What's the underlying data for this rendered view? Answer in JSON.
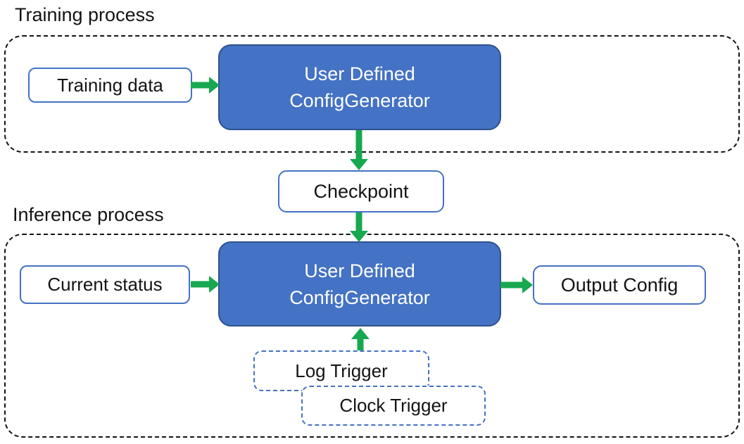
{
  "palette": {
    "box_blue_fill": "#4472C4",
    "box_blue_border": "#2F528F",
    "light_box_border": "#4472C4",
    "arrow_green": "#18A850",
    "container_border": "#141414",
    "text_dark": "#141414",
    "text_light": "#FFFFFF",
    "bg": "#FFFFFF"
  },
  "training": {
    "label": "Training process",
    "input_box": "Training data",
    "generator_line1": "User Defined",
    "generator_line2": "ConfigGenerator"
  },
  "checkpoint": {
    "label": "Checkpoint"
  },
  "inference": {
    "label": "Inference process",
    "input_box": "Current status",
    "generator_line1": "User Defined",
    "generator_line2": "ConfigGenerator",
    "output_box": "Output Config",
    "triggers": [
      "Log Trigger",
      "Clock Trigger"
    ]
  }
}
